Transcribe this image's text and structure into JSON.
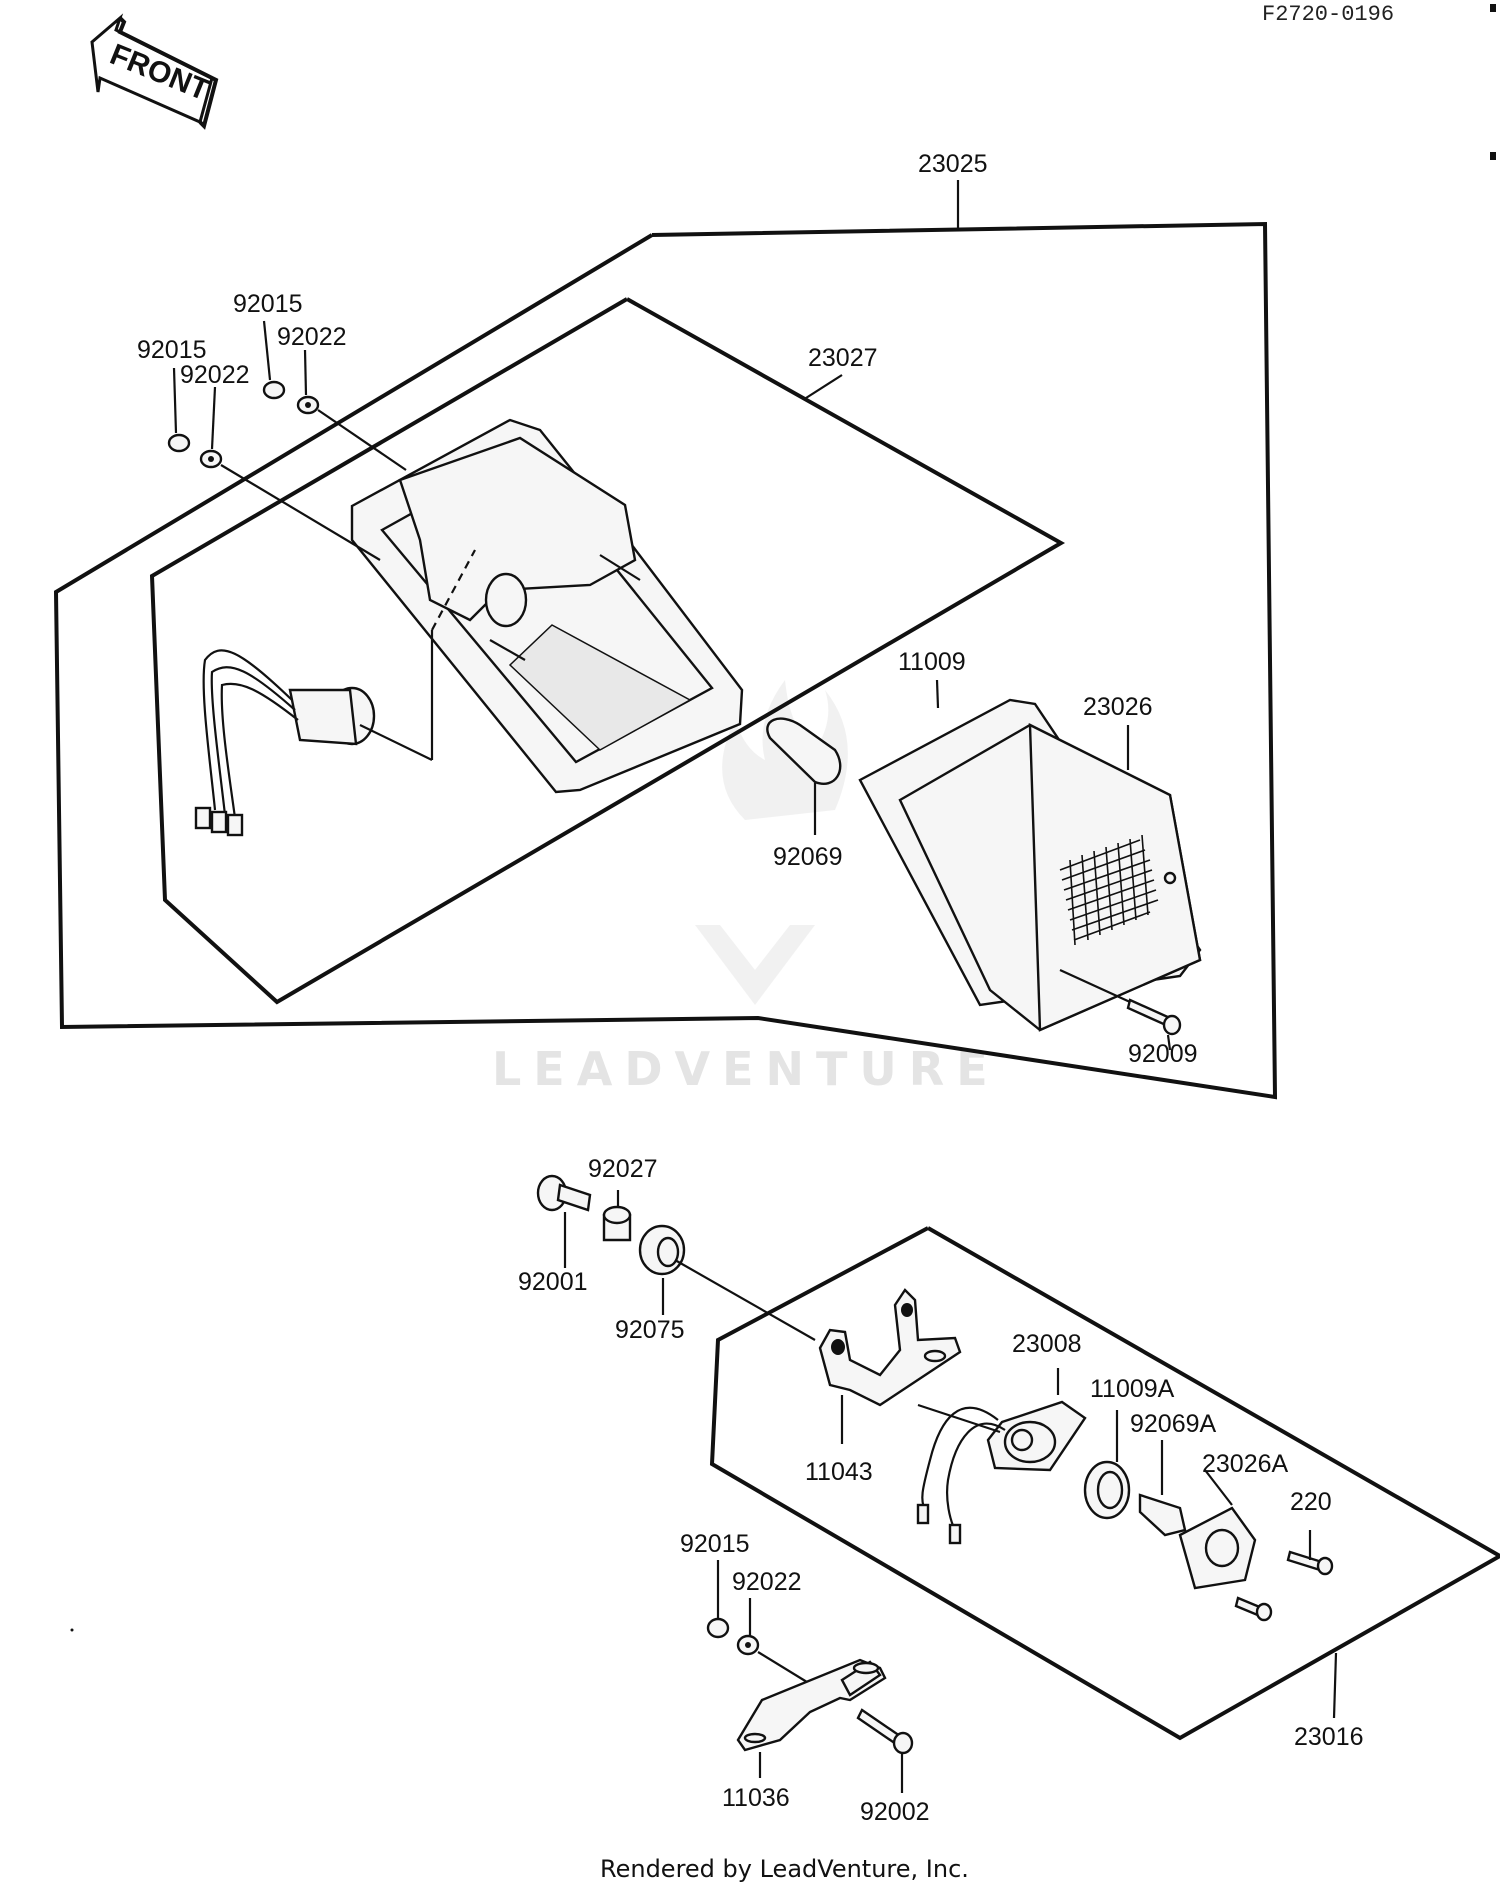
{
  "diagram": {
    "code": "F2720-0196",
    "front_label": "FRONT",
    "footer": "Rendered by LeadVenture, Inc.",
    "watermark": "LEADVENTURE",
    "parts": {
      "p23025": "23025",
      "p23027": "23027",
      "p92015_a": "92015",
      "p92022_a": "92022",
      "p92015_b": "92015",
      "p92022_b": "92022",
      "p11009": "11009",
      "p23026": "23026",
      "p92069": "92069",
      "p92009": "92009",
      "p92027": "92027",
      "p92001": "92001",
      "p92075": "92075",
      "p23008": "23008",
      "p11009A": "11009A",
      "p92069A": "92069A",
      "p23026A": "23026A",
      "p220": "220",
      "p11043": "11043",
      "p92015_c": "92015",
      "p92022_c": "92022",
      "p23016": "23016",
      "p11036": "11036",
      "p92002": "92002"
    }
  }
}
